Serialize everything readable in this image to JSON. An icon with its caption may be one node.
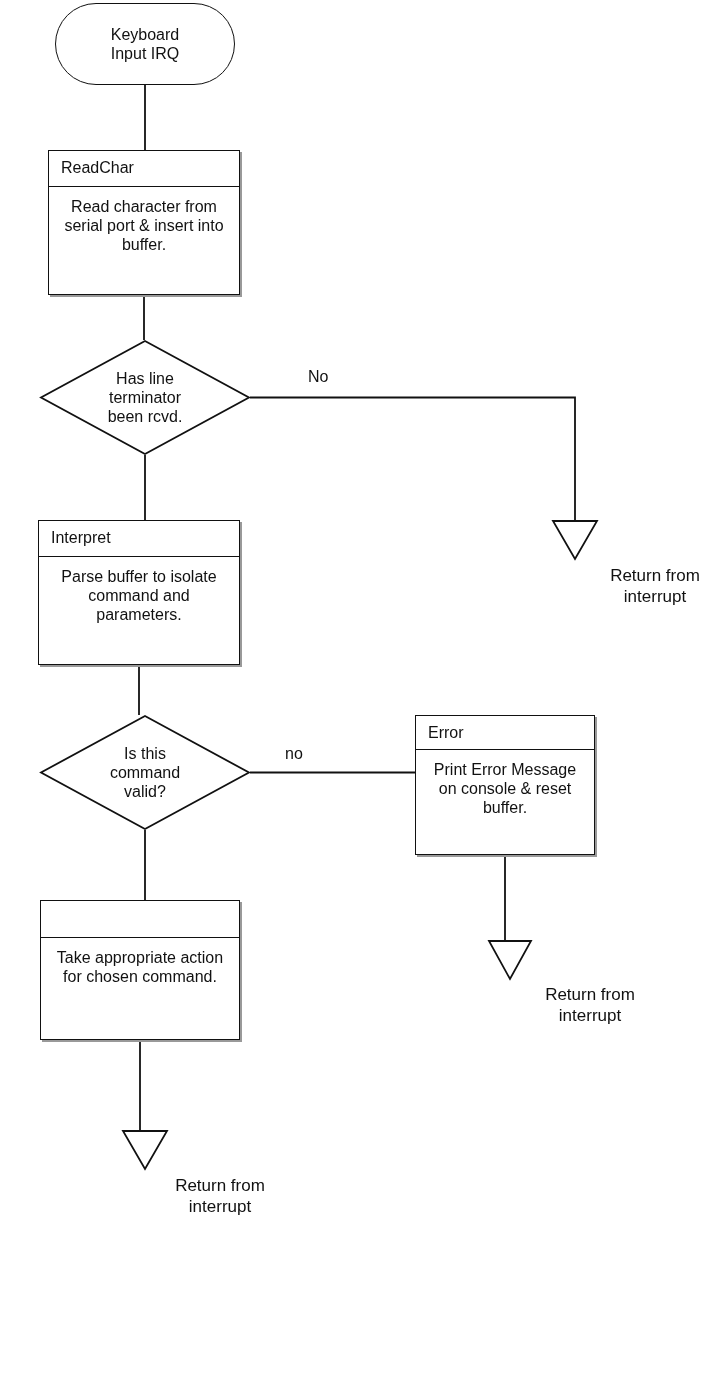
{
  "diagram": {
    "nodes": [
      {
        "text": [
          "Keyboard Input IRQ"
        ]
      },
      {
        "text": [
          "ReadChar",
          "Read character from serial port & insert into buffer."
        ]
      },
      {
        "text": [
          "Has line terminator been rcvd."
        ]
      },
      {
        "text": [],
        "shape": "triangle",
        "beside": [
          "Return from interrupt"
        ]
      },
      {
        "text": [
          "Interpret",
          "Parse buffer to isolate command and parameters."
        ]
      },
      {
        "text": [
          "Is this command valid?"
        ]
      },
      {
        "text": [
          "Error",
          "Print Error Message on console & reset buffer."
        ]
      },
      {
        "text": [],
        "shape": "triangle",
        "beside": [
          "Return from interrupt"
        ]
      },
      {
        "text": [
          "Take appropriate action for chosen command."
        ]
      },
      {
        "text": [],
        "shape": "triangle",
        "beside": [
          "Return from interrupt"
        ]
      }
    ],
    "edges": [
      {
        "from": 0,
        "to": 1,
        "arrow": "none"
      },
      {
        "from": 1,
        "to": 2,
        "arrow": "none"
      },
      {
        "from": 2,
        "to": 3,
        "arrow": "none",
        "label": "No"
      },
      {
        "from": 2,
        "to": 4,
        "arrow": "none"
      },
      {
        "from": 4,
        "to": 5,
        "arrow": "none"
      },
      {
        "from": 5,
        "to": 6,
        "arrow": "none",
        "label": "no"
      },
      {
        "from": 6,
        "to": 7,
        "arrow": "none"
      },
      {
        "from": 5,
        "to": 8,
        "arrow": "none"
      },
      {
        "from": 8,
        "to": 9,
        "arrow": "none"
      }
    ]
  }
}
